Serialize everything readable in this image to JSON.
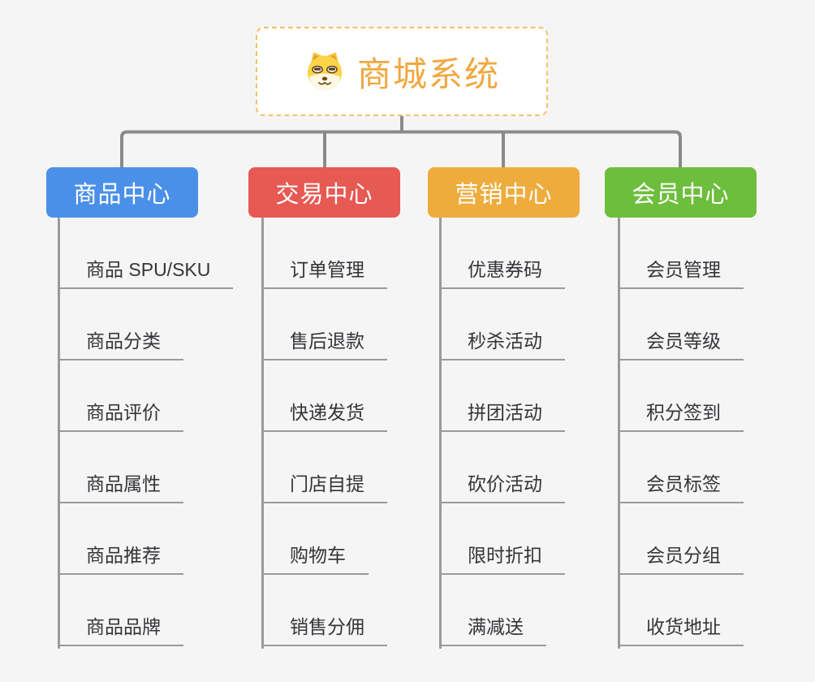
{
  "app": {
    "background_color": "#f5f5f6"
  },
  "connectors": {
    "line_color": "#8a8a8a",
    "column_line_color": "#9a9a9a",
    "underline_color": "#9a9a9a"
  },
  "root": {
    "title": "商城系统",
    "icon": "doge-icon",
    "text_color": "#f0a840",
    "border_color": "#f3c06b",
    "background_color": "#ffffff"
  },
  "branches": [
    {
      "label": "商品中心",
      "color": "#4b90e8",
      "children": [
        "商品 SPU/SKU",
        "商品分类",
        "商品评价",
        "商品属性",
        "商品推荐",
        "商品品牌"
      ]
    },
    {
      "label": "交易中心",
      "color": "#e75953",
      "children": [
        "订单管理",
        "售后退款",
        "快递发货",
        "门店自提",
        "购物车",
        "销售分佣"
      ]
    },
    {
      "label": "营销中心",
      "color": "#eeac3d",
      "children": [
        "优惠券码",
        "秒杀活动",
        "拼团活动",
        "砍价活动",
        "限时折扣",
        "满减送"
      ]
    },
    {
      "label": "会员中心",
      "color": "#6ebe3e",
      "children": [
        "会员管理",
        "会员等级",
        "积分签到",
        "会员标签",
        "会员分组",
        "收货地址"
      ]
    }
  ]
}
